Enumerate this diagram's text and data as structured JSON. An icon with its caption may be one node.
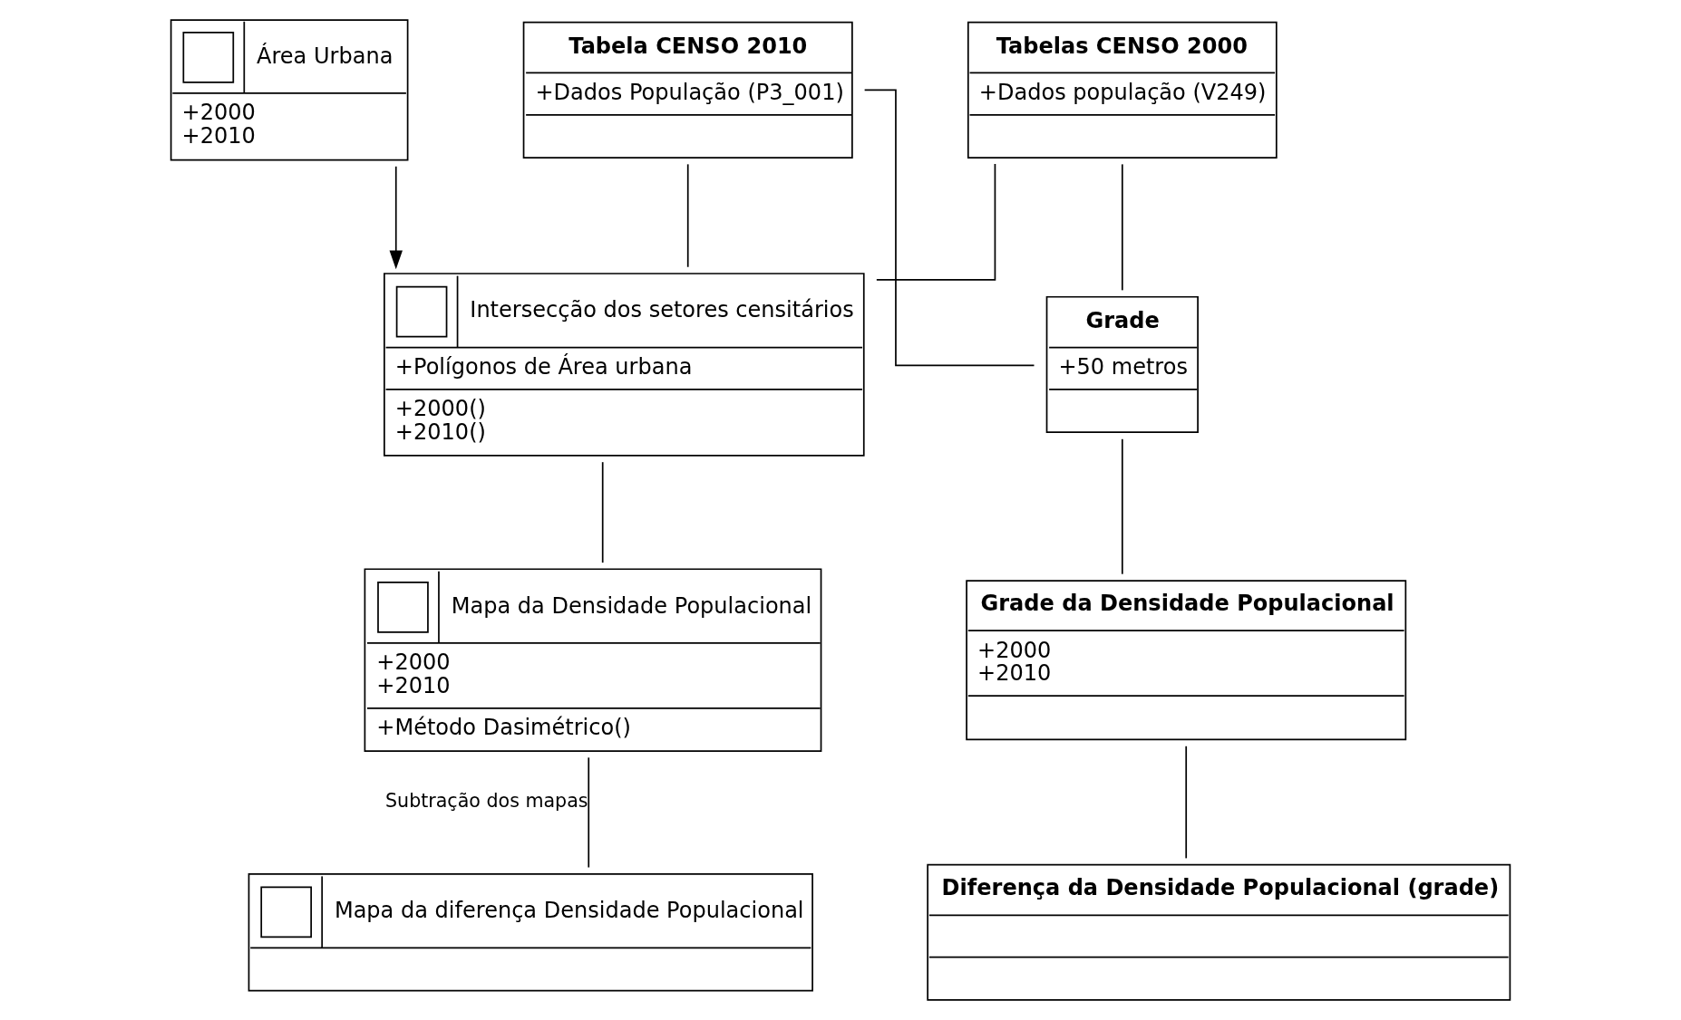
{
  "diagram": {
    "nodes": [
      {
        "text": [
          "Tabelas CENSO 2000",
          "+Dados população (V249)"
        ]
      },
      {
        "text": [
          "Tabela CENSO 2010",
          "+Dados População (P3_001)"
        ]
      },
      {
        "text": [
          "Área Urbana",
          "+2000",
          "+2010"
        ]
      },
      {
        "text": [
          "Intersecção dos setores censitários",
          "+Polígonos de Área urbana",
          "+2000()",
          "+2010()"
        ]
      },
      {
        "text": [
          "Grade",
          "+50 metros"
        ]
      },
      {
        "text": [
          "Mapa da Densidade Populacional",
          "+2000",
          "+2010",
          "+Método Dasimétrico()"
        ]
      },
      {
        "text": [
          "Grade da Densidade Populacional",
          "+2000",
          "+2010"
        ]
      },
      {
        "text": [
          "Mapa da diferença Densidade Populacional"
        ]
      },
      {
        "text": [
          "Diferença da Densidade Populacional (grade)"
        ]
      }
    ],
    "edges": [
      {
        "from": 0,
        "to": 3,
        "arrow": "none"
      },
      {
        "from": 1,
        "to": 3,
        "arrow": "none"
      },
      {
        "from": 0,
        "to": 4,
        "arrow": "none"
      },
      {
        "from": 1,
        "to": 4,
        "arrow": "none"
      },
      {
        "from": 2,
        "to": 3,
        "arrow": "to"
      },
      {
        "from": 3,
        "to": 5,
        "arrow": "none"
      },
      {
        "from": 5,
        "to": 7,
        "arrow": "none",
        "label": "Subtração dos mapas"
      },
      {
        "from": 4,
        "to": 6,
        "arrow": "none"
      },
      {
        "from": 6,
        "to": 8,
        "arrow": "none"
      }
    ]
  }
}
